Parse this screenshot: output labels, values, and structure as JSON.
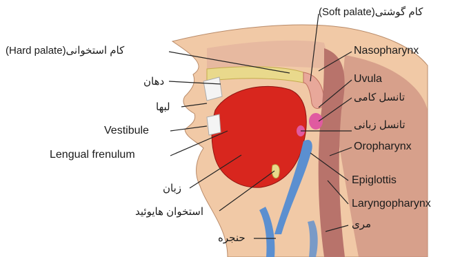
{
  "labels": {
    "soft_palate": "کام گوشتی(Soft palate)",
    "hard_palate": "کام استخوانی(Hard palate)",
    "nasopharynx": "Nasopharynx",
    "mouth": "دهان",
    "uvula": "Uvula",
    "palatine_tonsil": "تانسل کامی",
    "lips": "لبها",
    "vestibule": "Vestibule",
    "lingual_tonsil": "تانسل زبانی",
    "lingual_frenulum": "Lengual frenulum",
    "oropharynx": "Oropharynx",
    "epiglottis": "Epiglottis",
    "tongue": "زبان",
    "laryngopharynx": "Laryngopharynx",
    "hyoid_bone": "استخوان هایوئید",
    "esophagus": "مری",
    "larynx": "حنجره"
  },
  "colors": {
    "skin": "#f1c9a6",
    "tongue": "#d8261e",
    "pharynx": "#b8736b",
    "bone": "#e9d98c",
    "cartilage": "#5b8fd0",
    "tonsil": "#e05aa0"
  }
}
